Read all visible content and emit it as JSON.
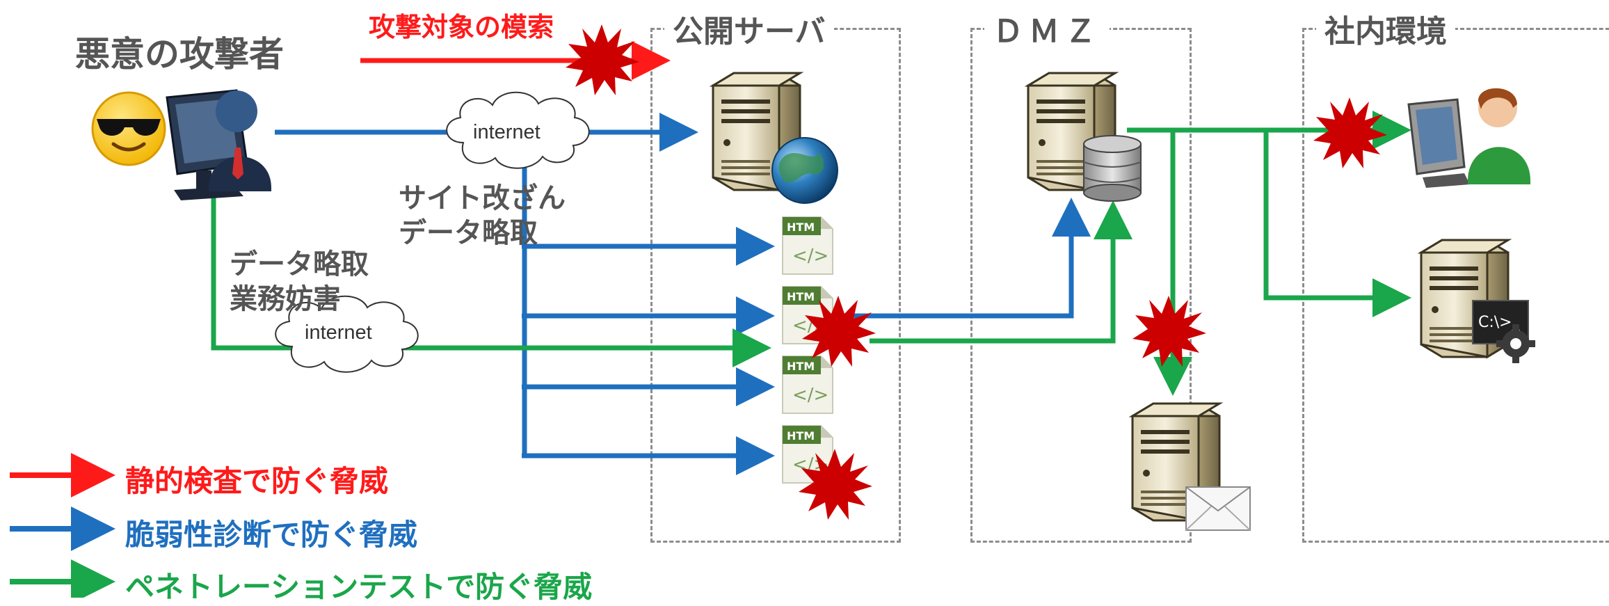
{
  "attacker": {
    "label": "悪意の攻撃者"
  },
  "static_scan_label": "攻撃対象の模索",
  "zones": {
    "public": "公開サーバ",
    "dmz": "ＤＭＺ",
    "internal": "社内環境"
  },
  "clouds": {
    "top": "internet",
    "bottom": "internet"
  },
  "threats": {
    "blue_line1": "サイト改ざん",
    "blue_line2": "データ略取",
    "green_line1": "データ略取",
    "green_line2": "業務妨害"
  },
  "html_icon_text": "HTM",
  "terminal_text": "C:\\>_",
  "legend": [
    {
      "text": "静的検査で防ぐ脅威",
      "color": "#ff1a1a"
    },
    {
      "text": "脆弱性診断で防ぐ脅威",
      "color": "#1f6fbf"
    },
    {
      "text": "ペネトレーションテストで防ぐ脅威",
      "color": "#1aa64a"
    }
  ],
  "colors": {
    "red": "#ff1a1a",
    "blue": "#1f6fbf",
    "green": "#1aa64a",
    "burst": "#cc0000"
  },
  "icons": [
    "sunglasses-emoji-icon",
    "attacker-pc-icon",
    "web-server-icon",
    "globe-icon",
    "html-file-icon",
    "database-server-icon",
    "mail-server-icon",
    "employee-pc-icon",
    "admin-server-icon",
    "explosion-icon"
  ]
}
